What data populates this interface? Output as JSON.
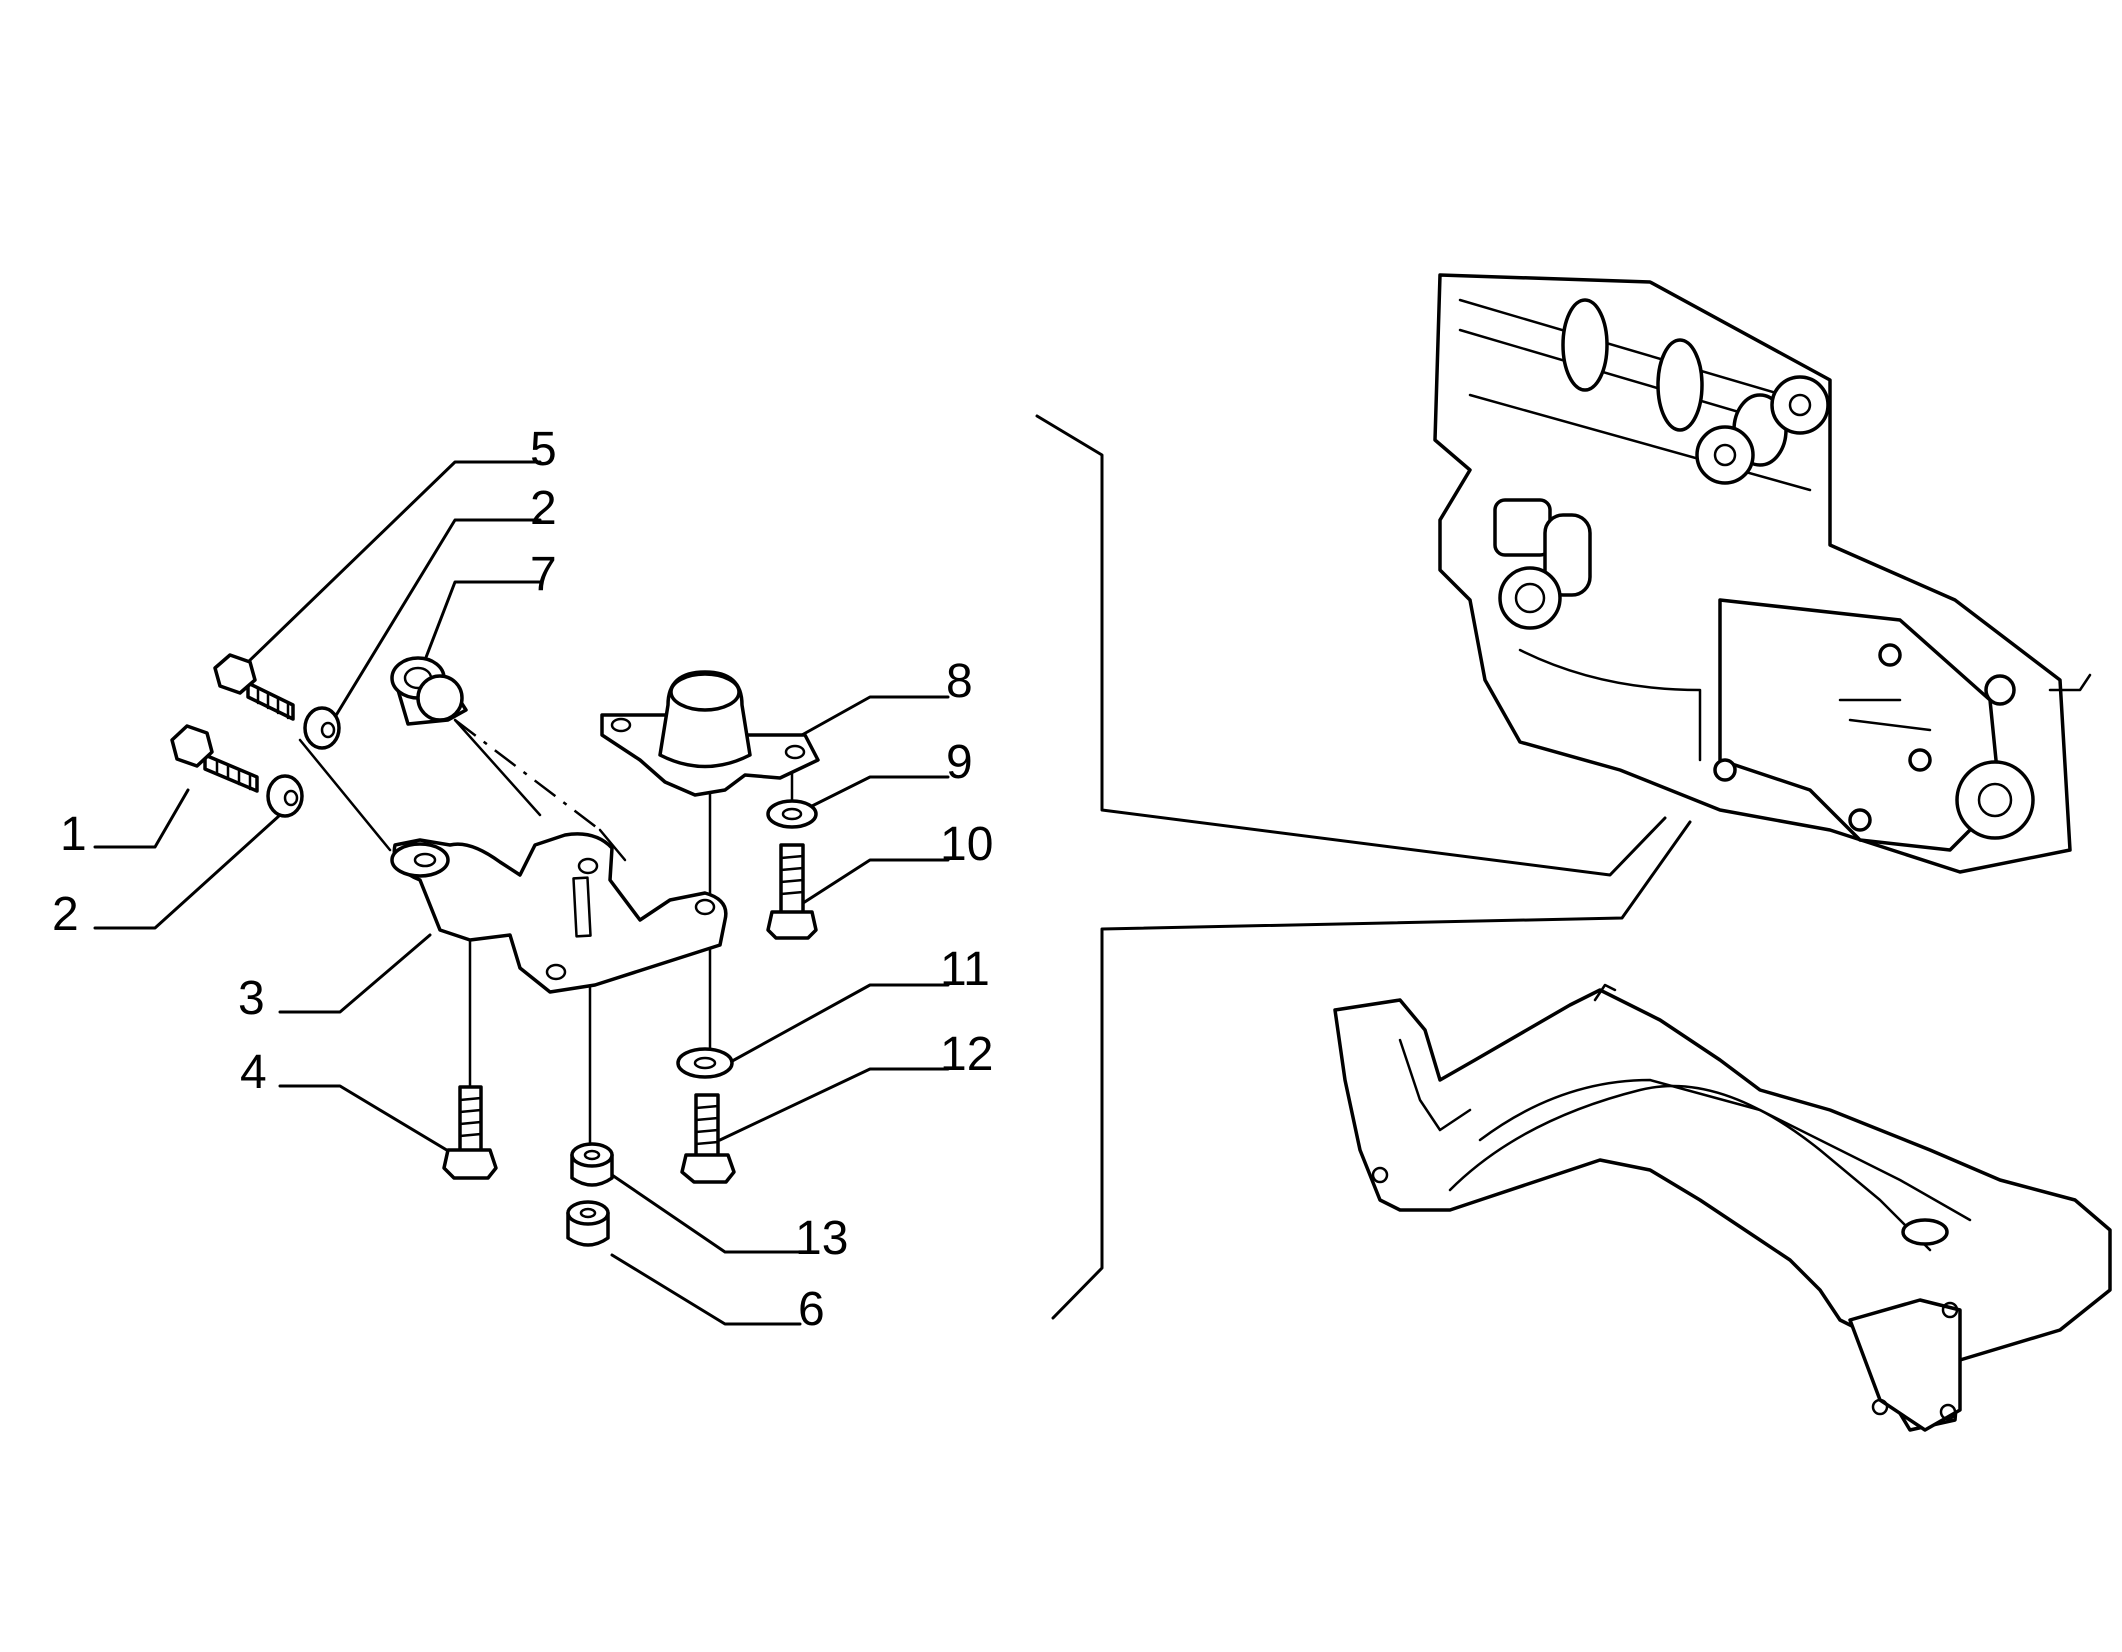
{
  "callouts": [
    {
      "id": "c5",
      "label": "5"
    },
    {
      "id": "c2a",
      "label": "2"
    },
    {
      "id": "c7",
      "label": "7"
    },
    {
      "id": "c8",
      "label": "8"
    },
    {
      "id": "c9",
      "label": "9"
    },
    {
      "id": "c10",
      "label": "10"
    },
    {
      "id": "c1",
      "label": "1"
    },
    {
      "id": "c2b",
      "label": "2"
    },
    {
      "id": "c3",
      "label": "3"
    },
    {
      "id": "c11",
      "label": "11"
    },
    {
      "id": "c4",
      "label": "4"
    },
    {
      "id": "c12",
      "label": "12"
    },
    {
      "id": "c13",
      "label": "13"
    },
    {
      "id": "c6",
      "label": "6"
    }
  ],
  "colors": {
    "line": "#000000",
    "background": "#ffffff"
  }
}
